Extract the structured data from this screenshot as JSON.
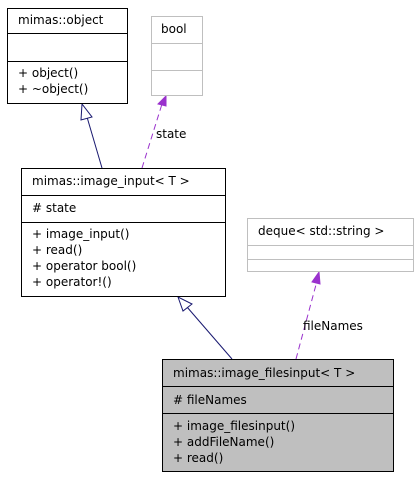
{
  "classes": {
    "object": {
      "name": "mimas::object",
      "attributes": [],
      "methods": [
        "+ object()",
        "+ ~object()"
      ]
    },
    "bool": {
      "name": "bool"
    },
    "image_input": {
      "name": "mimas::image_input< T >",
      "attributes": [
        "# state"
      ],
      "methods": [
        "+ image_input()",
        "+ read()",
        "+ operator bool()",
        "+ operator!()"
      ]
    },
    "deque": {
      "name": "deque< std::string >"
    },
    "image_filesinput": {
      "name": "mimas::image_filesinput< T >",
      "attributes": [
        "# fileNames"
      ],
      "methods": [
        "+ image_filesinput()",
        "+ addFileName()",
        "+ read()"
      ]
    }
  },
  "edges": {
    "state_label": "state",
    "filenames_label": "fileNames"
  },
  "colors": {
    "inheritance": "#191970",
    "usage": "#9a32cd",
    "focus_fill": "#bfbfbf",
    "weak_border": "#bfbfbf"
  }
}
